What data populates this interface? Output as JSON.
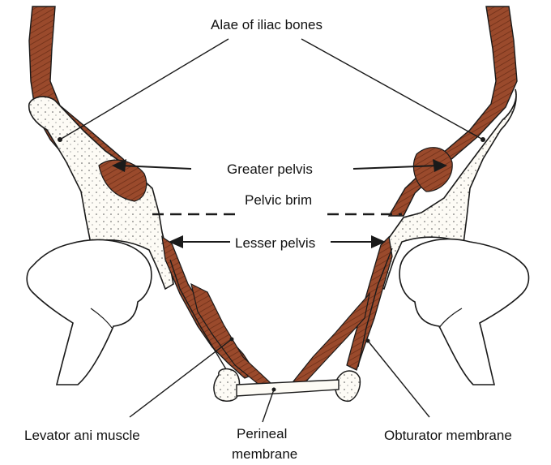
{
  "labels": {
    "alae": "Alae of iliac bones",
    "greater_pelvis": "Greater pelvis",
    "pelvic_brim": "Pelvic brim",
    "lesser_pelvis": "Lesser pelvis",
    "levator_ani": "Levator ani muscle",
    "perineal_line1": "Perineal",
    "perineal_line2": "membrane",
    "obturator": "Obturator membrane"
  },
  "colors": {
    "muscle": "#9a4a2c",
    "muscle_dark": "#6e2f18",
    "bone": "#fdfbf5",
    "outline": "#1a1a1a"
  }
}
